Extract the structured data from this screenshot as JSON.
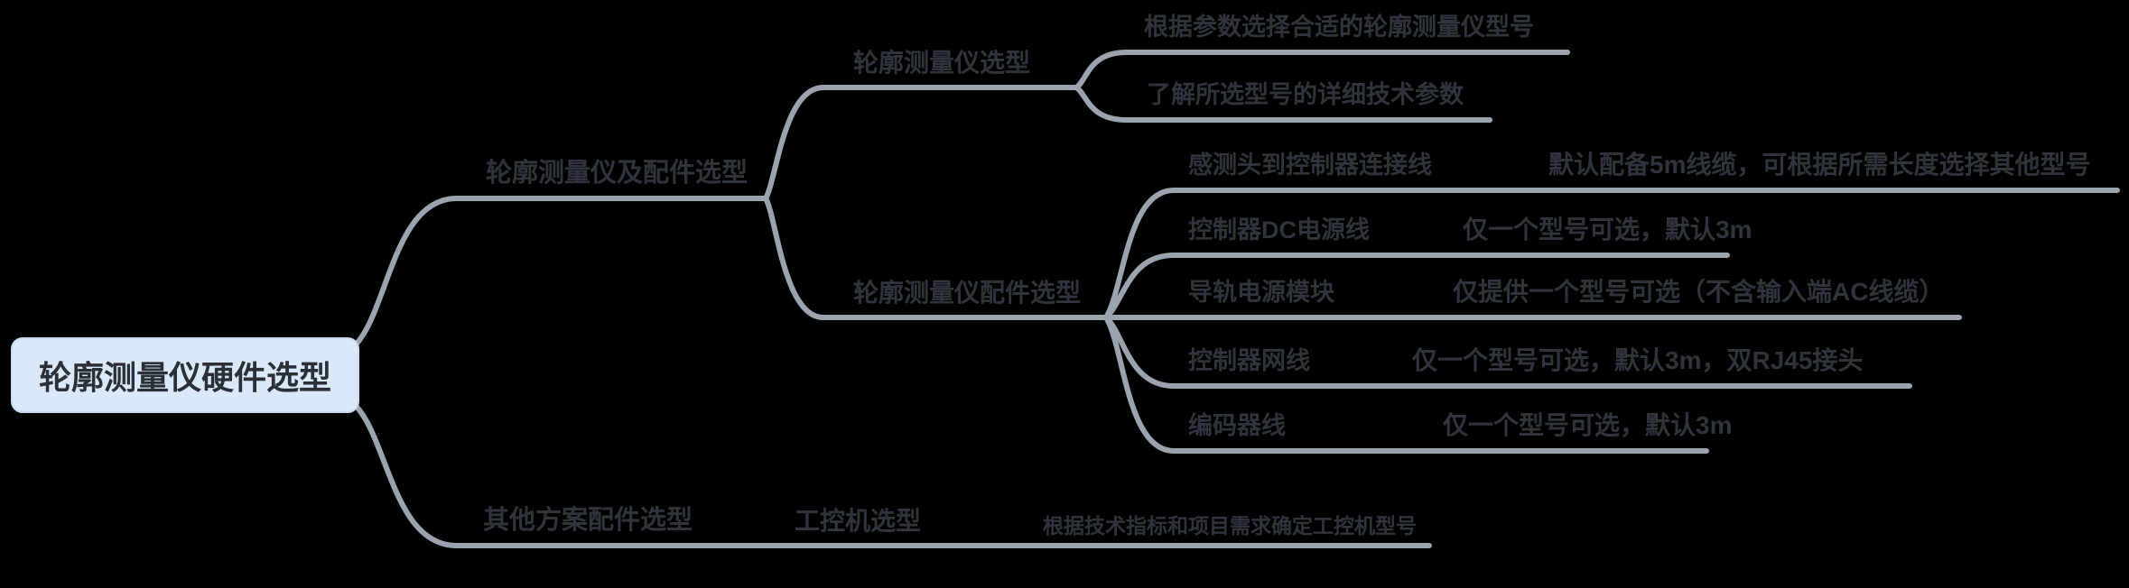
{
  "mindmap": {
    "root": "轮廓测量仪硬件选型",
    "device": {
      "label": "轮廓测量仪及配件选型",
      "selection": {
        "label": "轮廓测量仪选型",
        "children": [
          "根据参数选择合适的轮廓测量仪型号",
          "了解所选型号的详细技术参数"
        ]
      },
      "accessories": {
        "label": "轮廓测量仪配件选型",
        "items": [
          {
            "name": "感测头到控制器连接线",
            "note": "默认配备5m线缆，可根据所需长度选择其他型号"
          },
          {
            "name": "控制器DC电源线",
            "note": "仅一个型号可选，默认3m"
          },
          {
            "name": "导轨电源模块",
            "note": "仅提供一个型号可选（不含输入端AC线缆）"
          },
          {
            "name": "控制器网线",
            "note": "仅一个型号可选，默认3m，双RJ45接头"
          },
          {
            "name": "编码器线",
            "note": "仅一个型号可选，默认3m"
          }
        ]
      }
    },
    "other": {
      "label": "其他方案配件选型",
      "ipc": {
        "label": "工控机选型",
        "note": "根据技术指标和项目需求确定工控机型号"
      }
    }
  },
  "colors": {
    "background": "#000000",
    "branch_line": "#9ba3af",
    "text": "#2f343c",
    "root_fill": "#d9e8fa",
    "root_border": "#c9dcf2"
  }
}
